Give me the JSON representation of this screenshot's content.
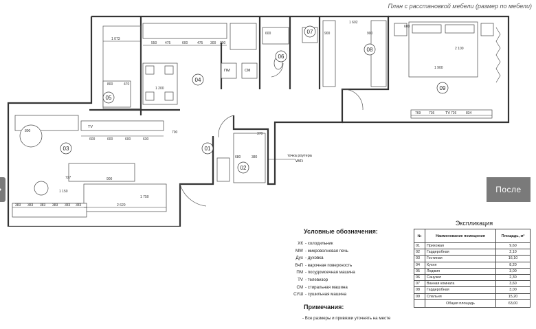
{
  "header": {
    "title": "План с расстановкой мебели (размер по мебели)"
  },
  "nav": {
    "after_label": "После"
  },
  "rooms": [
    "01",
    "02",
    "03",
    "04",
    "05",
    "06",
    "07",
    "08",
    "09"
  ],
  "plan_labels": {
    "tm": "ПМ",
    "sm": "СМ",
    "tv1": "TV",
    "tv2": "TV",
    "router": "точка роутера",
    "wifi": "WiFi"
  },
  "dimensions": {
    "d1": "1 073",
    "d2": "550",
    "d3": "475",
    "d4": "600",
    "d5": "475",
    "d6": "300",
    "d7": "300",
    "d8": "1 200",
    "d9": "800",
    "d10": "470",
    "d11": "600",
    "d12": "600",
    "d13": "600",
    "d14": "630",
    "d15": "700",
    "d16": "800",
    "d17": "900",
    "d18": "727",
    "d19": "1 150",
    "d20": "2 620",
    "d21": "383",
    "d22": "383",
    "d23": "383",
    "d24": "383",
    "d25": "383",
    "d26": "383",
    "d27": "1 900",
    "d28": "2 100",
    "d29": "769",
    "d30": "736",
    "d31": "726",
    "d32": "834",
    "d33": "1 602",
    "d34": "900",
    "d35": "600",
    "d36": "680",
    "d37": "380",
    "d38": "370",
    "d39": "1 750",
    "d40": "600",
    "d41": "900"
  },
  "legend": {
    "title": "Условные обозначения:",
    "items": [
      {
        "code": "ХК",
        "desc": "- холодильник"
      },
      {
        "code": "MW",
        "desc": "- микроволновая печь"
      },
      {
        "code": "Дух",
        "desc": "- духовка"
      },
      {
        "code": "ВчП",
        "desc": "- варочная поверхность"
      },
      {
        "code": "ПМ",
        "desc": "- посудомоечная машина"
      },
      {
        "code": "TV",
        "desc": "- телевизор"
      },
      {
        "code": "СМ",
        "desc": "- стиральная машина"
      },
      {
        "code": "СУШ",
        "desc": "- сушильная машина"
      }
    ]
  },
  "notes": {
    "title": "Примечания:",
    "text": "- Все размеры и привязки уточнять на месте"
  },
  "explication": {
    "title": "Экспликация",
    "headers": {
      "num": "№",
      "name": "Наименование помещения",
      "area": "Площадь, м²"
    },
    "rows": [
      {
        "num": "01",
        "name": "Прихожая",
        "area": "9,60"
      },
      {
        "num": "02",
        "name": "Гардеробная",
        "area": "2,10"
      },
      {
        "num": "03",
        "name": "Гостиная",
        "area": "16,10"
      },
      {
        "num": "04",
        "name": "Кухня",
        "area": "8,20"
      },
      {
        "num": "05",
        "name": "Лоджия",
        "area": "3,00"
      },
      {
        "num": "06",
        "name": "Санузел",
        "area": "2,30"
      },
      {
        "num": "07",
        "name": "Ванная комната",
        "area": "3,60"
      },
      {
        "num": "08",
        "name": "Гардеробная",
        "area": "3,00"
      },
      {
        "num": "09",
        "name": "Спальня",
        "area": "15,20"
      }
    ],
    "total": {
      "name": "Общая площадь",
      "area": "63,00"
    }
  }
}
